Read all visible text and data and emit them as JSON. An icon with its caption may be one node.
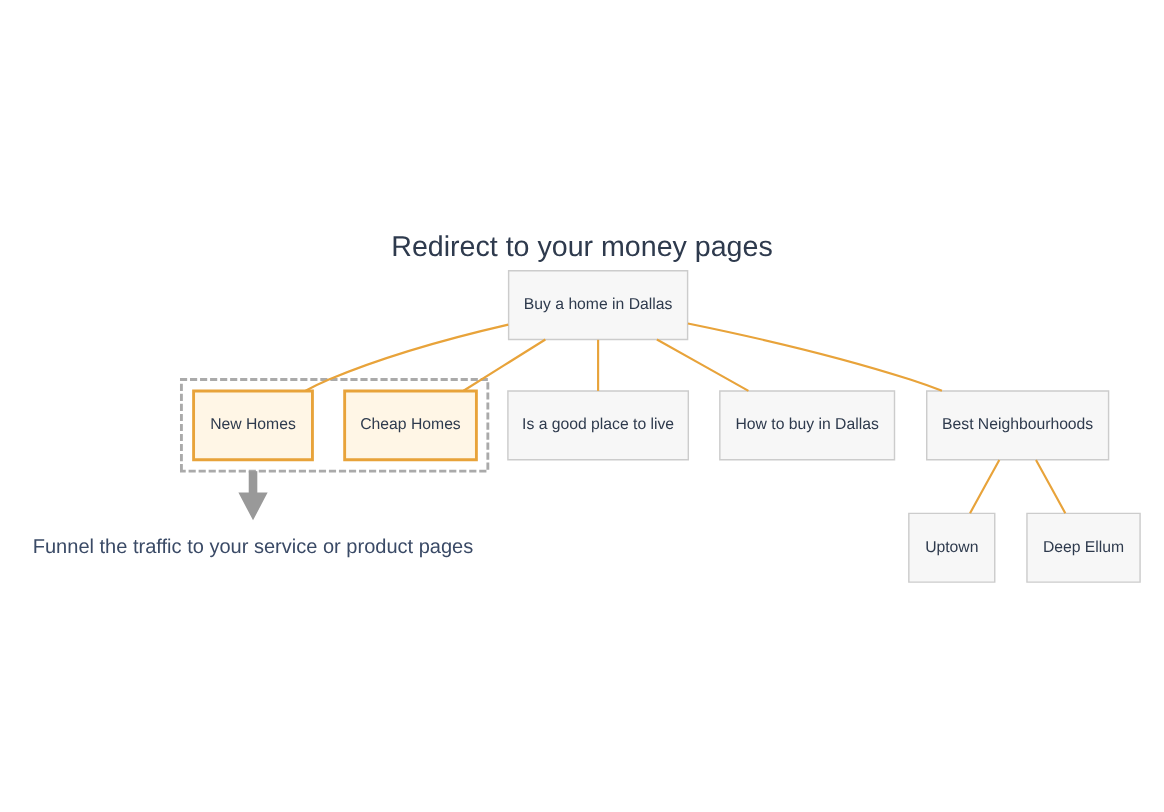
{
  "diagram": {
    "title": "Redirect to your money pages",
    "nodes": [
      {
        "text": [
          "Buy a home in Dallas"
        ]
      },
      {
        "text": [],
        "shape": "box"
      },
      {
        "text": [
          "New Homes"
        ],
        "in": 1
      },
      {
        "text": [
          "Cheap Homes"
        ],
        "in": 1
      },
      {
        "text": [
          "Is a good place to live"
        ]
      },
      {
        "text": [
          "How to buy in Dallas"
        ]
      },
      {
        "text": [
          "Best Neighbourhoods"
        ]
      },
      {
        "text": [
          "Uptown"
        ]
      },
      {
        "text": [
          "Deep Ellum"
        ]
      },
      {
        "text": [
          "Funnel the traffic to your service or product pages"
        ]
      }
    ],
    "edges": [
      {
        "from": 0,
        "to": 2,
        "arrow": "none"
      },
      {
        "from": 0,
        "to": 3,
        "arrow": "none"
      },
      {
        "from": 0,
        "to": 4,
        "arrow": "none"
      },
      {
        "from": 0,
        "to": 5,
        "arrow": "none"
      },
      {
        "from": 0,
        "to": 6,
        "arrow": "none"
      },
      {
        "from": 6,
        "to": 7,
        "arrow": "none"
      },
      {
        "from": 6,
        "to": 8,
        "arrow": "none"
      },
      {
        "from": 1,
        "to": 9,
        "arrow": "to",
        "style": "thick",
        "color": "#999999"
      }
    ]
  }
}
